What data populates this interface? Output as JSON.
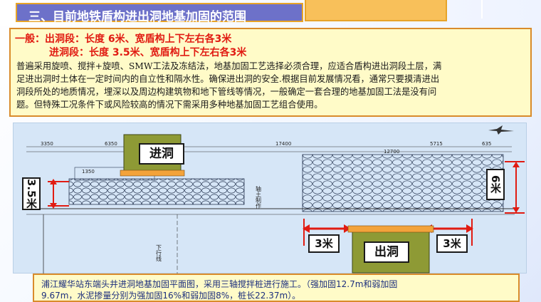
{
  "slide": {
    "title": "三、目前地铁盾构进出洞地基加固的范围"
  },
  "description": {
    "general_line": "一般：出洞段：长度  6米、宽盾构上下左右各3米",
    "entry_line": "进洞段：长度  3.5米、宽盾构上下左右各3米",
    "body_lines": [
      "普遍采用旋喷、搅拌+旋喷、SMW工法及冻结法，地基加固工艺选择必须合理，应适合盾构进出洞段土层，满",
      "足进出洞时土体在一定时间内的自立性和隔水性。确保进出洞的安全.根据目前发展情况看，通常只要摸清进出",
      "洞段所处的地质情况，埋深以及周边构建筑物和地下管线等情况，一般确定一套合理的地基加固工法是没有问",
      "题。但特殊工况条件下或风险较高的情况下需采用多种地基加固工艺组合使用。"
    ]
  },
  "diagram": {
    "entry_label": "进洞",
    "exit_label": "出洞",
    "left_depth_label": "3.5米",
    "right_depth_label": "6米",
    "side_width_left": "3米",
    "side_width_right": "3米",
    "dimensions": {
      "d1": "3350",
      "d2": "6350",
      "d3": "17400",
      "d4": "5715",
      "d5": "635",
      "d6": "12700",
      "d7": "1350"
    },
    "vertical_text_1": "轴土制作",
    "vertical_text_2": "下行线"
  },
  "caption": {
    "line1": "浦江耀华站东端头井进洞地基加固平面图，采用三轴搅拌桩进行施工。（强加固12.7m和弱加固",
    "line2": "9.67m，水泥掺量分别为强加固16%和弱加固8%，桩长22.37m）。"
  },
  "colors": {
    "title_bg": "#6d71c9",
    "accent_orange": "#e7a428",
    "note_bg": "#fffbc8",
    "red": "#e11b12",
    "diagram_bg": "#d6e6f7",
    "shield_green": "#8e9a35",
    "shield_orange": "#f3a33b",
    "caption_text": "#1c2f7d"
  }
}
